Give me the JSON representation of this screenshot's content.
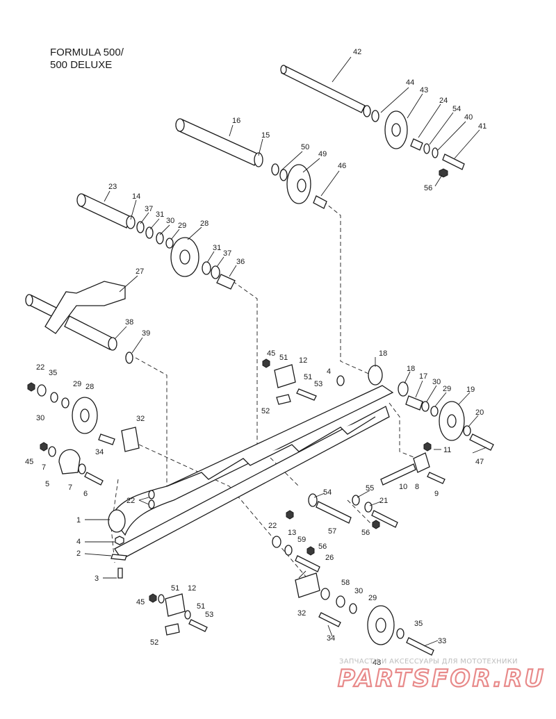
{
  "title": {
    "line1": "FORMULA 500/",
    "line2": "500 DELUXE"
  },
  "callouts": [
    "42",
    "44",
    "43",
    "24",
    "54",
    "40",
    "41",
    "56",
    "16",
    "15",
    "50",
    "49",
    "46",
    "23",
    "14",
    "37",
    "31",
    "30",
    "29",
    "28",
    "31",
    "37",
    "36",
    "27",
    "38",
    "39",
    "45",
    "51",
    "12",
    "51",
    "53",
    "52",
    "18",
    "4",
    "18",
    "17",
    "30",
    "29",
    "19",
    "20",
    "47",
    "22",
    "35",
    "29",
    "28",
    "30",
    "32",
    "34",
    "45",
    "7",
    "5",
    "7",
    "6",
    "11",
    "10",
    "8",
    "9",
    "22",
    "54",
    "55",
    "21",
    "57",
    "56",
    "22",
    "1",
    "4",
    "2",
    "3",
    "13",
    "59",
    "56",
    "26",
    "58",
    "30",
    "29",
    "35",
    "33",
    "48",
    "32",
    "34",
    "45",
    "51",
    "12",
    "51",
    "53",
    "52"
  ],
  "watermark": {
    "tagline": "ЗАПЧАСТИ И АКСЕССУАРЫ ДЛЯ МОТОТЕХНИКИ",
    "brand": "PARTSFOR.RU"
  }
}
